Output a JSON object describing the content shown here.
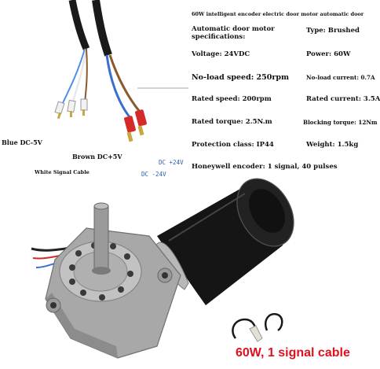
{
  "product": {
    "title": "60W intelligent encoder electric door motor automatic door",
    "specs_heading": "Automatic door motor specifications:",
    "specs": [
      {
        "label": "Type: Brushed"
      },
      {
        "label": "Voltage: 24VDC"
      },
      {
        "label": "Power: 60W"
      },
      {
        "label": "No-load speed: 250rpm"
      },
      {
        "label": "No-load current: 0.7A"
      },
      {
        "label": "Rated speed: 200rpm"
      },
      {
        "label": "Rated current: 3.5A"
      },
      {
        "label": "Rated torque: 2.5N.m"
      },
      {
        "label": "Blocking torque: 12Nm"
      },
      {
        "label": "Protection class: IP44"
      },
      {
        "label": "Weight: 1.5kg"
      },
      {
        "label": "Honeywell encoder: 1 signal, 40 pulses"
      }
    ]
  },
  "wires": {
    "blue": "Blue DC-5V",
    "brown": "Brown DC+5V",
    "white": "White Signal Cable",
    "dc_plus": "DC +24V",
    "dc_minus": "DC -24V"
  },
  "caption": "60W, 1 signal cable",
  "colors": {
    "caption": "#e01020",
    "wire_blue": "#3a6fd0",
    "wire_brown": "#8a5a2a",
    "wire_red": "#d42a2a",
    "motor_body": "#151515",
    "gearbox": "#a8a8a8"
  }
}
